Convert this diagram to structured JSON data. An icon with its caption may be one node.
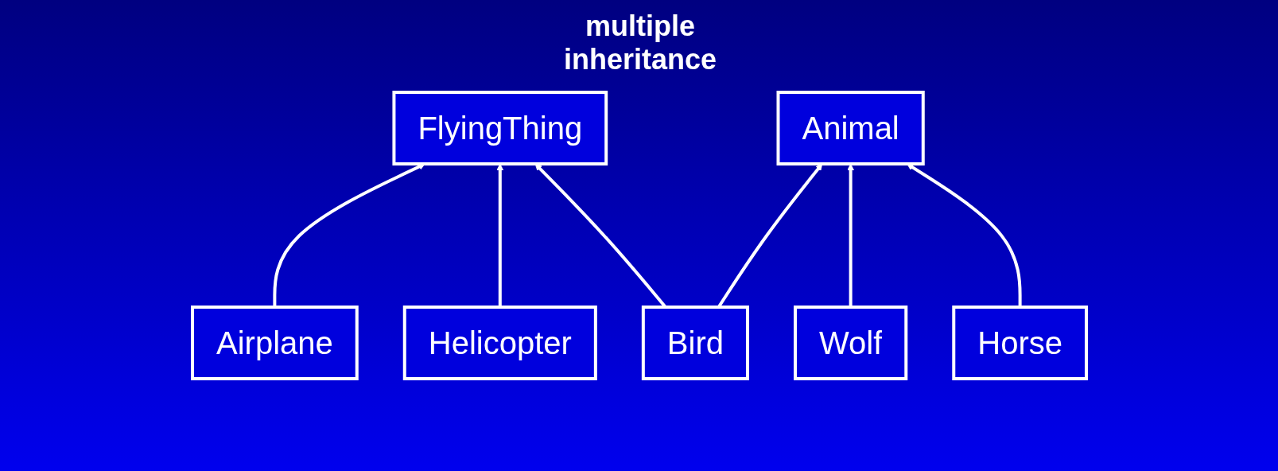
{
  "diagram": {
    "nodes": [
      {
        "text": [
          "FlyingThing"
        ]
      },
      {
        "text": [
          "Animal"
        ]
      },
      {
        "text": [
          "Airplane"
        ]
      },
      {
        "text": [
          "Helicopter"
        ]
      },
      {
        "text": [
          "Bird"
        ]
      },
      {
        "text": [
          "Wolf"
        ]
      },
      {
        "text": [
          "Horse"
        ]
      }
    ],
    "edges": [
      {
        "from": 2,
        "to": 0,
        "arrow": "to"
      },
      {
        "from": 3,
        "to": 0,
        "arrow": "to"
      },
      {
        "from": 4,
        "to": 0,
        "arrow": "to"
      },
      {
        "from": 4,
        "to": 1,
        "arrow": "to"
      },
      {
        "from": 5,
        "to": 1,
        "arrow": "to"
      },
      {
        "from": 6,
        "to": 1,
        "arrow": "to"
      }
    ],
    "labels": [
      "multiple inheritance"
    ]
  }
}
